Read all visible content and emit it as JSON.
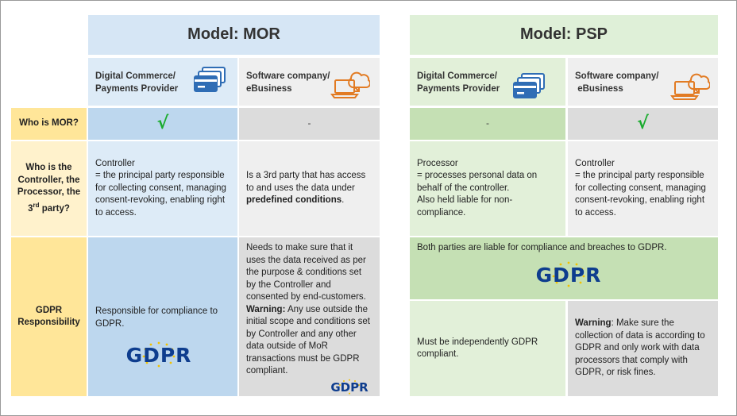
{
  "mor": {
    "title": "Model: MOR",
    "col1_header": [
      "Digital Commerce/",
      "Payments Provider"
    ],
    "col2_header": [
      "Software company/",
      "eBusiness"
    ],
    "who_is_mor_col1": "√",
    "who_is_mor_col2": "-",
    "controller_col1": [
      "Controller",
      "= the principal party responsible for collecting consent, managing consent-revoking, enabling right to access."
    ],
    "controller_col2": {
      "text": "Is a 3rd party that has access to and uses the data under ",
      "bold": "predefined conditions",
      "end": "."
    },
    "gdpr_col1": "Responsible for compliance to GDPR.",
    "gdpr_col2": {
      "text": "Needs to make sure that it uses the data received as per the purpose & conditions set by the Controller and consented by end-customers.",
      "warning_label": "Warning:",
      "warning_text": " Any use outside the initial scope and conditions set by Controller and any other data outside of MoR transactions must be GDPR compliant."
    }
  },
  "psp": {
    "title": "Model: PSP",
    "col1_header": [
      "Digital Commerce/",
      "Payments Provider"
    ],
    "col2_header": [
      "Software company/",
      " eBusiness"
    ],
    "who_is_mor_col1": "-",
    "who_is_mor_col2": "√",
    "controller_col1": [
      "Processor",
      "= processes personal data on behalf of the controller.",
      "Also held liable for non-compliance."
    ],
    "controller_col2": [
      "Controller",
      "= the principal party responsible for collecting consent, managing consent-revoking, enabling right to access."
    ],
    "gdpr_shared": "Both parties are liable for compliance and breaches to GDPR.",
    "gdpr_col1": "Must be independently GDPR compliant.",
    "gdpr_col2": {
      "warning_label": "Warning",
      "warning_text": ": Make sure the collection of data is according to GDPR and only work with data processors that comply with GDPR, or risk fines."
    }
  },
  "rows": {
    "who_is_mor": "Who is MOR?",
    "controller_line1": "Who is the Controller, the Processor, the 3",
    "controller_sup": "rd",
    "controller_line2": " party?",
    "gdpr": "GDPR Responsibility"
  },
  "logo_text": "GDPR",
  "colors": {
    "mor_header": "#d6e6f5",
    "mor_blue": "#bdd7ee",
    "mor_light": "#ddebf7",
    "grey": "#dcdcdc",
    "grey_light": "#efefef",
    "psp_header": "#dff0d8",
    "psp_green": "#c5e0b4",
    "psp_light": "#e2f0d9",
    "label_yellow": "#ffe699",
    "label_light": "#fff2cc",
    "check": "#1aab2e",
    "gdpr_blue": "#0e3d8e",
    "star_yellow": "#f2c200"
  },
  "icons": [
    "credit-cards-icon",
    "laptop-cloud-icon"
  ]
}
